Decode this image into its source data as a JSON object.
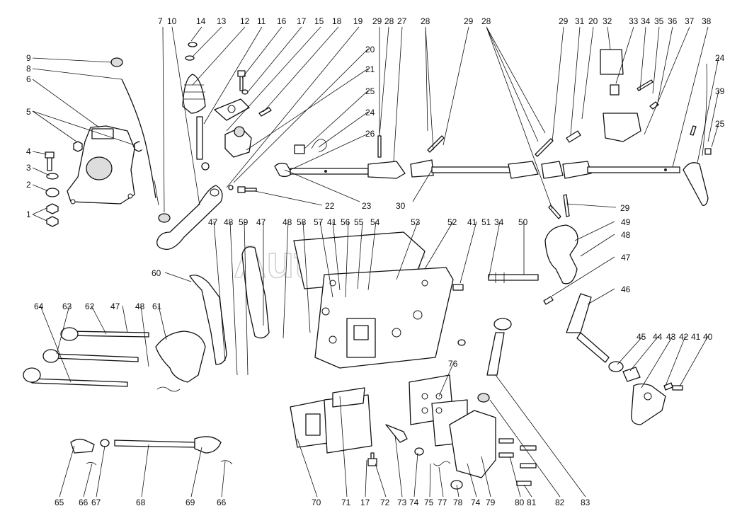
{
  "watermark": "AutoSoft",
  "callouts": [
    "1",
    "2",
    "3",
    "4",
    "5",
    "6",
    "7",
    "8",
    "9",
    "10",
    "11",
    "12",
    "13",
    "14",
    "15",
    "16",
    "17",
    "18",
    "19",
    "20",
    "21",
    "22",
    "23",
    "24",
    "25",
    "26",
    "27",
    "28",
    "29",
    "30",
    "31",
    "32",
    "33",
    "34",
    "35",
    "36",
    "37",
    "38",
    "39",
    "40",
    "41",
    "42",
    "43",
    "44",
    "45",
    "46",
    "47",
    "48",
    "49",
    "50",
    "51",
    "52",
    "53",
    "54",
    "55",
    "56",
    "57",
    "58",
    "59",
    "60",
    "61",
    "62",
    "63",
    "64",
    "65",
    "66",
    "67",
    "68",
    "69",
    "70",
    "71",
    "72",
    "73",
    "74",
    "75",
    "76",
    "77",
    "78",
    "79",
    "80",
    "81",
    "82",
    "83"
  ]
}
